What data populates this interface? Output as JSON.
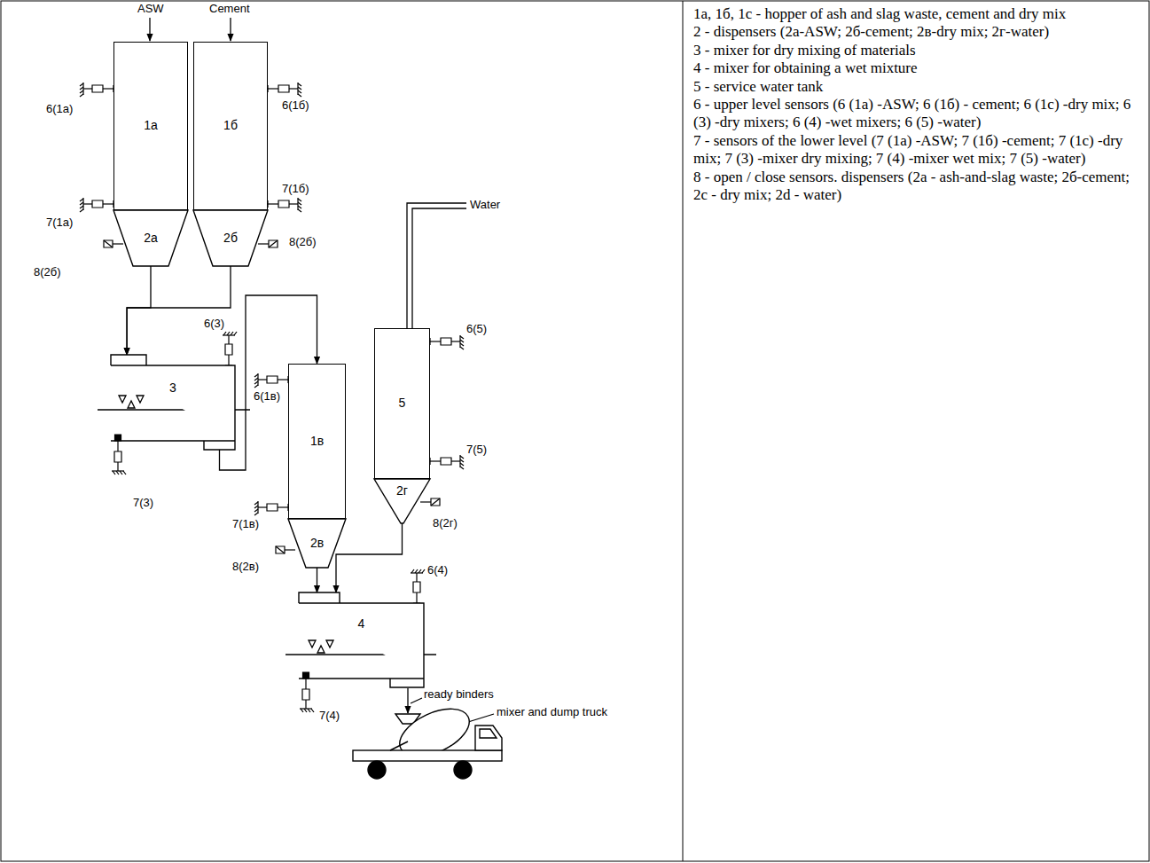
{
  "diagram": {
    "nodes": [
      {
        "text": [
          "1a"
        ]
      },
      {
        "text": [
          "1б"
        ]
      },
      {
        "text": [
          "2a"
        ]
      },
      {
        "text": [
          "2б"
        ]
      },
      {
        "text": [
          "3"
        ]
      },
      {
        "text": [
          "1в"
        ]
      },
      {
        "text": [
          "5"
        ]
      },
      {
        "text": [
          "2в"
        ]
      },
      {
        "text": [
          "2г"
        ]
      },
      {
        "text": [
          "4"
        ]
      }
    ],
    "edges": [
      {
        "from": 2,
        "to": 4,
        "arrow": "to"
      },
      {
        "from": 3,
        "to": 4,
        "arrow": "to"
      },
      {
        "from": 4,
        "to": 5,
        "arrow": "to"
      },
      {
        "from": 7,
        "to": 9,
        "arrow": "to"
      },
      {
        "from": 8,
        "to": 9,
        "arrow": "to"
      }
    ],
    "labels": [
      "ASW",
      "Cement",
      "6(1a)",
      "6(1б)",
      "7(1б)",
      "7(1a)",
      "8(2б)",
      "8(2б)",
      "6(3)",
      "Water",
      "6(5)",
      "6(1в)",
      "7(3)",
      "7(5)",
      "7(1в)",
      "8(2г)",
      "8(2в)",
      "6(4)",
      "ready binders",
      "7(4)",
      "mixer and dump truck",
      "1a, 1б, 1c - hopper of ash and slag waste, cement and dry mix",
      "2 - dispensers (2a-ASW; 2б-cement; 2в-dry mix; 2г-water)",
      "3 - mixer for dry mixing of materials",
      "4 - mixer for obtaining a wet mixture",
      "5 - service water tank",
      "6 - upper level sensors (6 (1a) -ASW; 6 (1б) - cement; 6 (1c) -dry mix; 6 (3) -dry mixers; 6 (4) -wet mixers; 6 (5) -water)",
      "7 - sensors of the lower level (7 (1a) -ASW; 7 (1б) -cement; 7 (1c) -dry mix; 7 (3) -mixer dry mixing; 7 (4) -mixer wet mix; 7 (5) -water)",
      "8 - open / close sensors. dispensers (2a - ash-and-slag waste; 2б-cement; 2c - dry mix; 2d - water)"
    ]
  }
}
